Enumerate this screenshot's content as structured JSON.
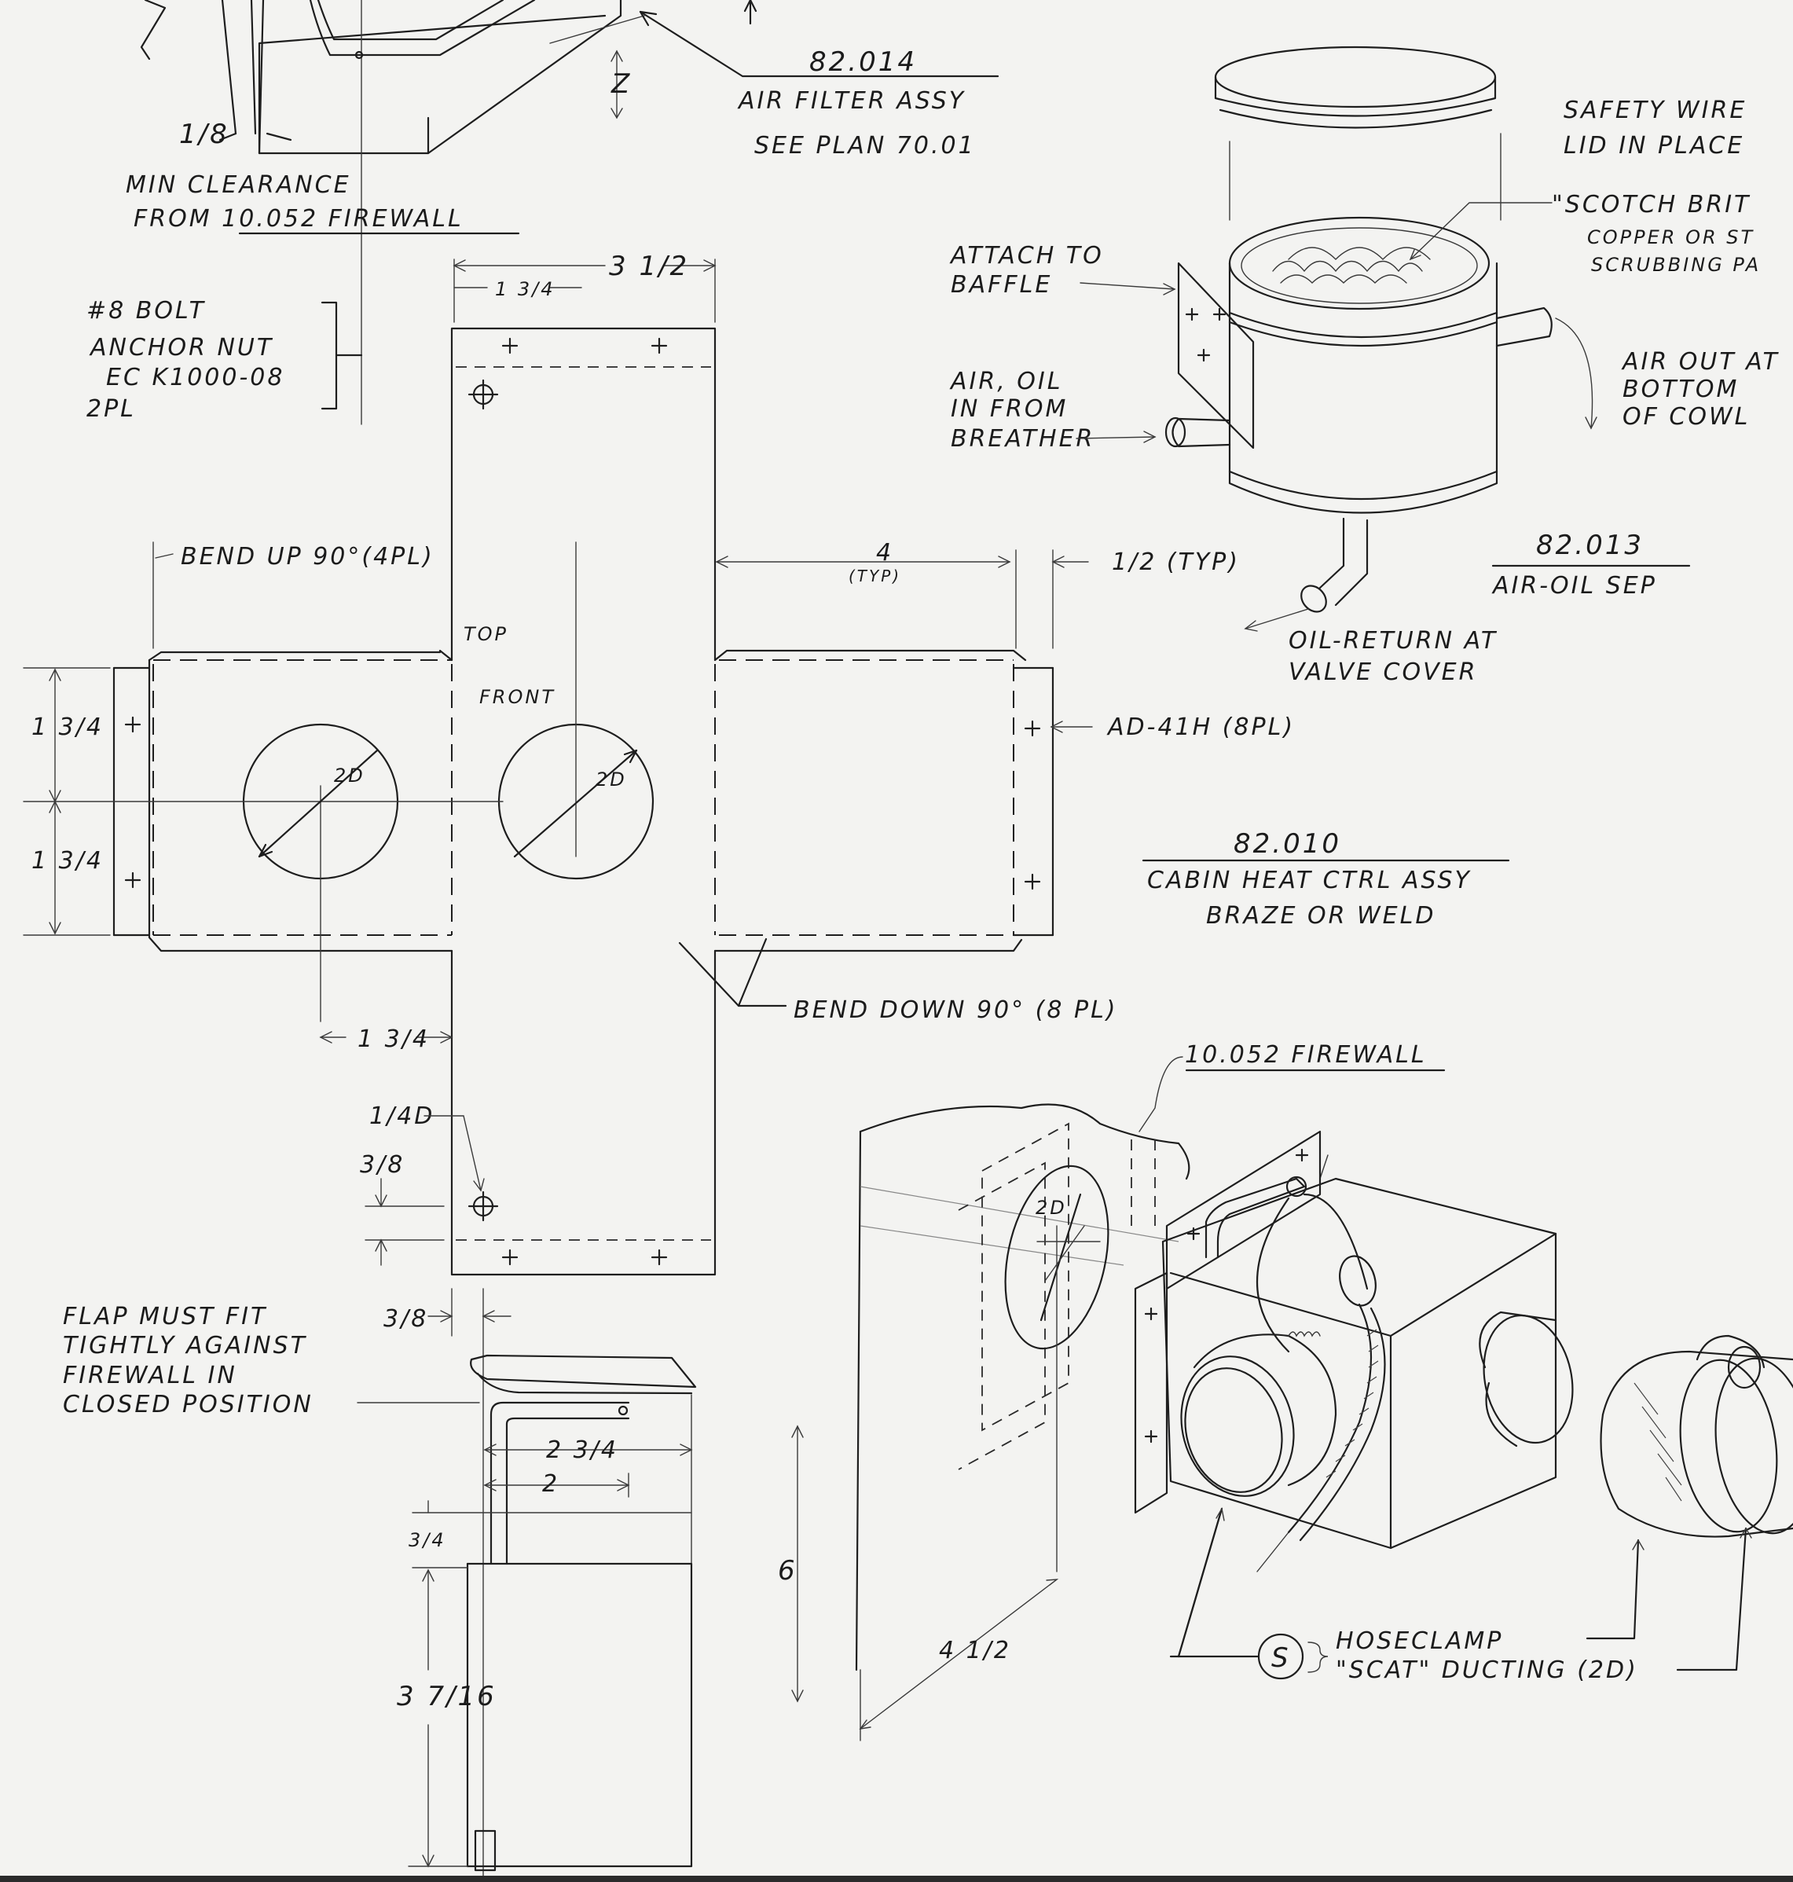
{
  "part_numbers": {
    "air_filter": "82.014",
    "air_oil_sep": "82.013",
    "cabin_heat": "82.010"
  },
  "titles": {
    "air_filter_assy": "AIR FILTER ASSY",
    "see_plan": "SEE PLAN 70.01",
    "air_oil_sep": "AIR-OIL SEP",
    "cabin_heat_ctrl": "CABIN HEAT CTRL ASSY",
    "braze_or_weld": "BRAZE OR WELD"
  },
  "notes": {
    "one_eighth": "1/8",
    "min_clearance": "MIN CLEARANCE",
    "from_firewall": "FROM 10.052 FIREWALL",
    "bolt_1": "#8 BOLT",
    "bolt_2": "ANCHOR NUT",
    "bolt_3": "EC K1000-08",
    "bolt_4": "2PL",
    "safety_wire_1": "SAFETY WIRE",
    "safety_wire_2": "LID IN PLACE",
    "scotch_1": "\"SCOTCH BRIT",
    "scotch_2": "COPPER OR ST",
    "scotch_3": "SCRUBBING PA",
    "attach_1": "ATTACH TO",
    "attach_2": "BAFFLE",
    "air_in_1": "AIR, OIL",
    "air_in_2": "IN FROM",
    "air_in_3": "BREATHER",
    "air_out_1": "AIR OUT AT",
    "air_out_2": "BOTTOM",
    "air_out_3": "OF COWL",
    "oil_return_1": "OIL-RETURN AT",
    "oil_return_2": "VALVE COVER",
    "bend_up": "BEND UP 90°(4PL)",
    "bend_down": "BEND DOWN 90° (8 PL)",
    "ad41h": "AD-41H (8PL)",
    "top": "TOP",
    "front": "FRONT",
    "quarter_d": "1/4D",
    "flap_1": "FLAP MUST FIT",
    "flap_2": "TIGHTLY AGAINST",
    "flap_3": "FIREWALL IN",
    "flap_4": "CLOSED POSITION",
    "firewall_ref": "10.052 FIREWALL",
    "hoseclamp": "HOSECLAMP",
    "scat_ducting": "\"SCAT\" DUCTING (2D)",
    "s_bubble": "S"
  },
  "dims": {
    "z": "Z",
    "w_3_5": "3 1/2",
    "w_1_75": "1 3/4",
    "d_4": "4",
    "typ": "(TYP)",
    "half_typ": "1/2 (TYP)",
    "h_1_75a": "1 3/4",
    "h_1_75b": "1 3/4",
    "hole_2d_a": "2D",
    "hole_2d_b": "2D",
    "bottom_1_75": "1 3/4",
    "three_eighths_a": "3/8",
    "three_eighths_b": "3/8",
    "w_2_75": "2 3/4",
    "w_2": "2",
    "h_3_4": "3/4",
    "h_3_7_16": "3 7/16",
    "iso_2d": "2D",
    "iso_6": "6",
    "iso_4_5": "4 1/2"
  }
}
